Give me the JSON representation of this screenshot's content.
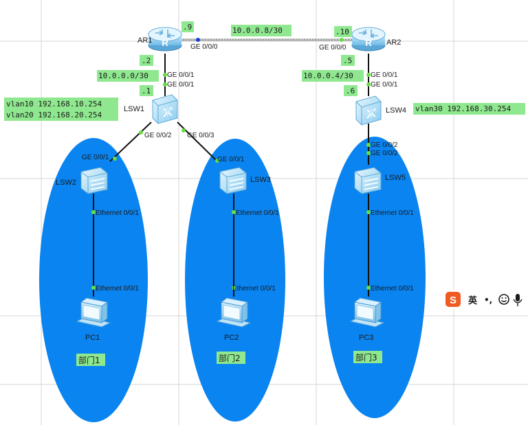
{
  "colors": {
    "ellipse": "#0a84f0",
    "label_bg": "#8fe88f",
    "port_dot": "#66e040",
    "line": "#111111",
    "grid": "#d4d4d4"
  },
  "devices": {
    "ar1": "AR1",
    "ar2": "AR2",
    "lsw1": "LSW1",
    "lsw2": "LSW2",
    "lsw3": "LSW3",
    "lsw4": "LSW4",
    "lsw5": "LSW5",
    "pc1": "PC1",
    "pc2": "PC2",
    "pc3": "PC3"
  },
  "links": {
    "ar1_ar2": {
      "net": "10.0.0.8/30",
      "ar1_host": ".9",
      "ar2_host": ".10",
      "ar1_port": "GE 0/0/0",
      "ar2_port": "GE 0/0/0"
    },
    "ar1_lsw1": {
      "net": "10.0.0.0/30",
      "ar1_host": ".2",
      "lsw1_host": ".1",
      "ar1_port": "GE 0/0/1",
      "lsw1_port": "GE 0/0/1"
    },
    "ar2_lsw4": {
      "net": "10.0.0.4/30",
      "ar2_host": ".5",
      "lsw4_host": ".6",
      "ar2_port": "GE 0/0/1",
      "lsw4_port": "GE 0/0/1"
    },
    "lsw1_lsw2": {
      "lsw1_port": "GE 0/0/2",
      "lsw2_port": "GE 0/0/1"
    },
    "lsw1_lsw3": {
      "lsw1_port": "GE 0/0/3",
      "lsw3_port": "GE 0/0/1"
    },
    "lsw4_lsw5": {
      "lsw4_port": "GE 0/0/2",
      "lsw5_port": "GE 0/0/2"
    },
    "lsw2_pc1": {
      "switch_port": "Ethernet 0/0/1",
      "pc_port": "Ethernet 0/0/1"
    },
    "lsw3_pc2": {
      "switch_port": "Ethernet 0/0/1",
      "pc_port": "Ethernet 0/0/1"
    },
    "lsw5_pc3": {
      "switch_port": "Ethernet 0/0/1",
      "pc_port": "Ethernet 0/0/1"
    }
  },
  "vlan_notes": {
    "lsw1": [
      "vlan10 192.168.10.254",
      "vlan20 192.168.20.254"
    ],
    "lsw4": "vlan30 192.168.30.254"
  },
  "departments": [
    "部门1",
    "部门2",
    "部门3"
  ],
  "ime_toolbar": {
    "logo": "S",
    "lang": "英",
    "punct": "•,",
    "icons": [
      "smiley-icon",
      "microphone-icon"
    ]
  }
}
